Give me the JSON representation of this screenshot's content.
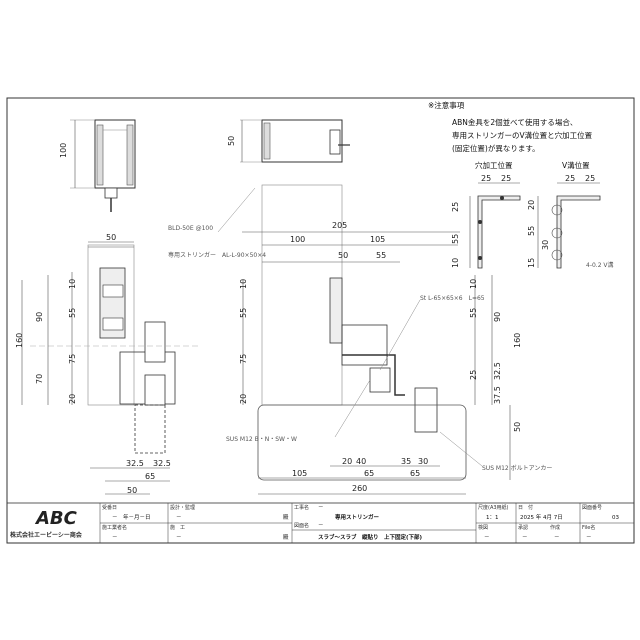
{
  "notes": {
    "heading": "※注意事項",
    "line1": "ABN金具を2個並べて使用する場合、",
    "line2": "専用ストリンガーのV溝位置と穴加工位置",
    "line3": "(固定位置)が異なります。",
    "hole_title": "穴加工位置",
    "v_title": "V溝位置",
    "hole_dims_top": [
      "25",
      "25"
    ],
    "hole_dims_side": [
      "25",
      "55",
      "10"
    ],
    "v_dims_top": [
      "25",
      "25"
    ],
    "v_dims_side": [
      "20",
      "55",
      "30",
      "15"
    ],
    "v_groove_label": "4-0.2 V溝"
  },
  "labels": {
    "bolt_label": "BLD-50E @100",
    "stringer_label": "専用ストリンガー　AL-L-90×50×4",
    "angle_label": "St L-65×65×6　L=65",
    "sus_bolt_label": "SUS M12 B・N・SW・W",
    "anchor_label": "SUS M12 ボルトアンカー"
  },
  "dims": {
    "left_100": "100",
    "left_50": "50",
    "left_160": "160",
    "left_90": "90",
    "left_70": "70",
    "left_10": "10",
    "left_55": "55",
    "left_75": "75",
    "left_20": "20",
    "left_325a": "32.5",
    "left_325b": "32.5",
    "left_65": "65",
    "left_50b": "50",
    "top_50": "50",
    "mid_205": "205",
    "mid_100": "100",
    "mid_105": "105",
    "mid_50": "50",
    "mid_55": "55",
    "mid_10": "10",
    "mid_55b": "55",
    "mid_75": "75",
    "mid_20": "20",
    "r_10": "10",
    "r_55": "55",
    "r_90": "90",
    "r_160": "160",
    "r_325": "32.5",
    "r_375": "37.5",
    "r_25": "25",
    "r_50": "50",
    "b_20": "20",
    "b_40": "40",
    "b_35": "35",
    "b_30": "30",
    "b_105": "105",
    "b_65": "65",
    "b_65b": "65",
    "b_260": "260"
  },
  "title_block": {
    "company": "株式会社エービーシー商会",
    "order_date_label": "受番日",
    "order_date_value": "－　年－月－日",
    "design_label": "設計・監理",
    "design_value": "－",
    "design_suffix": "殿",
    "contractor_label": "施工業者名",
    "contractor_value": "－",
    "builder_label": "施　工",
    "builder_value": "－",
    "builder_suffix": "殿",
    "project_label": "工事名",
    "project_value": "－",
    "drawing_name_label": "図面名",
    "drawing_name_value": "－",
    "product_value": "専用ストリンガー",
    "spec_value": "スラブ〜スラブ　縦貼り　上下固定(下部)",
    "scale_label": "尺度(A3用紙)",
    "scale_value": "1：1",
    "date_label": "日　付",
    "date_value": "2025 年 4月 7日",
    "drawing_no_label": "図面番号",
    "drawing_no_value": "03",
    "check_label": "検図",
    "check_value": "－",
    "approve_label": "承認",
    "approve_value": "－",
    "draft_label": "作成",
    "draft_value": "－",
    "file_label": "File名",
    "file_value": "－"
  }
}
